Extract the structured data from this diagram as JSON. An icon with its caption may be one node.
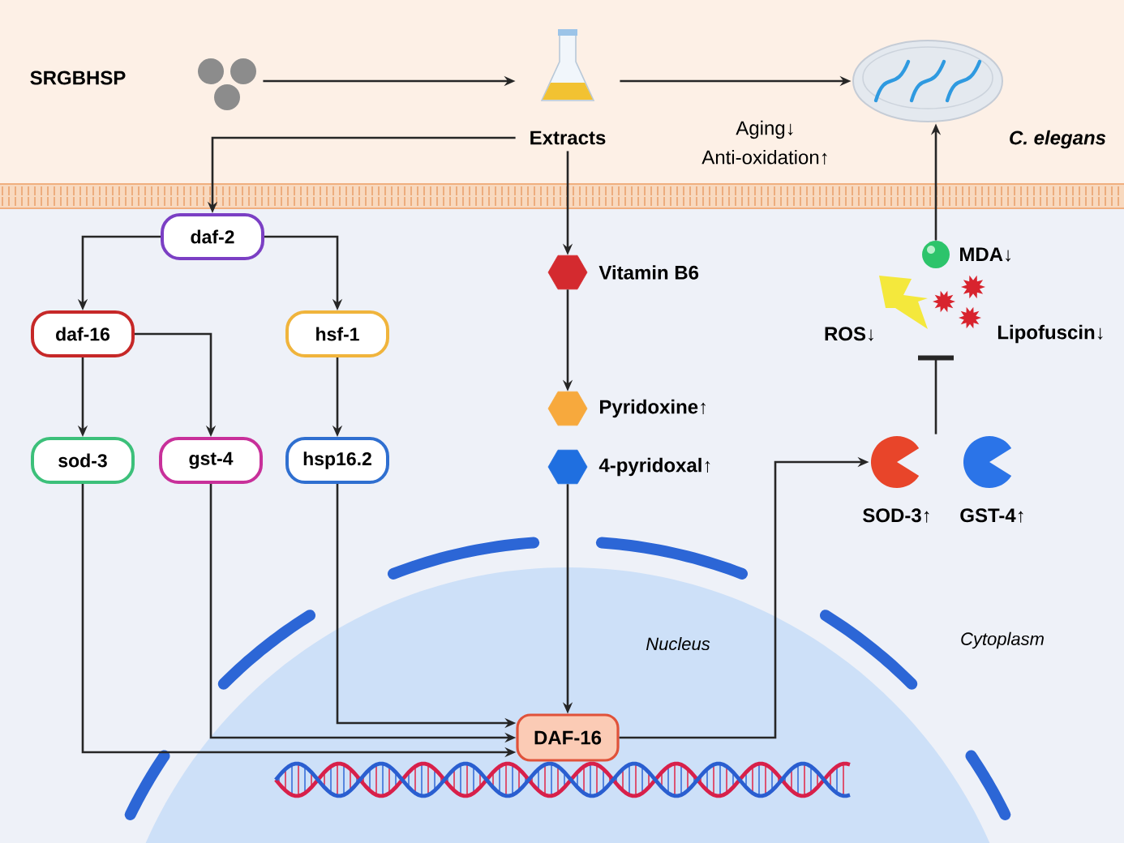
{
  "diagram": {
    "nodes": [
      {
        "text": [],
        "shape": "picture",
        "beside": [
          "SRGBHSP"
        ]
      },
      {
        "text": [],
        "shape": "picture",
        "beside": [
          "Extracts"
        ]
      },
      {
        "text": [],
        "shape": "picture",
        "beside": [
          "C. elegans"
        ]
      },
      {
        "text": [
          "daf-2"
        ]
      },
      {
        "text": [
          "daf-16"
        ]
      },
      {
        "text": [
          "hsf-1"
        ]
      },
      {
        "text": [
          "sod-3"
        ]
      },
      {
        "text": [
          "gst-4"
        ]
      },
      {
        "text": [
          "hsp16.2"
        ]
      },
      {
        "text": [],
        "shape": "hexagon",
        "beside": [
          "Vitamin B6"
        ]
      },
      {
        "text": [],
        "shape": "hexagon",
        "beside": [
          "Pyridoxine↑"
        ]
      },
      {
        "text": [],
        "shape": "hexagon",
        "beside": [
          "4-pyridoxal↑"
        ]
      },
      {
        "text": [
          "DAF-16"
        ]
      },
      {
        "text": [],
        "shape": "picture",
        "beside": [
          "SOD-3↑"
        ]
      },
      {
        "text": [],
        "shape": "picture",
        "beside": [
          "GST-4↑"
        ]
      },
      {
        "text": [],
        "shape": "circle",
        "beside": [
          "MDA↓"
        ]
      },
      {
        "text": [],
        "shape": "picture",
        "beside": [
          "ROS↓"
        ]
      },
      {
        "text": [],
        "shape": "picture",
        "beside": [
          "Lipofuscin↓"
        ]
      }
    ],
    "edges": [
      {
        "from": 0,
        "to": 1,
        "arrow": "to"
      },
      {
        "from": 1,
        "to": 2,
        "arrow": "to"
      },
      {
        "from": 1,
        "to": 3,
        "arrow": "to"
      },
      {
        "from": 1,
        "to": 9,
        "arrow": "to"
      },
      {
        "from": 3,
        "to": 4,
        "arrow": "to"
      },
      {
        "from": 3,
        "to": 5,
        "arrow": "to"
      },
      {
        "from": 4,
        "to": 6,
        "arrow": "to"
      },
      {
        "from": 4,
        "to": 7,
        "arrow": "to"
      },
      {
        "from": 5,
        "to": 8,
        "arrow": "to"
      },
      {
        "from": 9,
        "to": 10,
        "arrow": "to"
      },
      {
        "from": 11,
        "to": 12,
        "arrow": "to"
      },
      {
        "from": 6,
        "to": 12,
        "arrow": "to"
      },
      {
        "from": 7,
        "to": 12,
        "arrow": "to"
      },
      {
        "from": 8,
        "to": 12,
        "arrow": "to"
      },
      {
        "from": 12,
        "to": 13,
        "arrow": "to"
      },
      {
        "from": 13,
        "to": 16,
        "arrow": "other"
      },
      {
        "from": 15,
        "to": 2,
        "arrow": "to"
      }
    ],
    "labels": [
      "Aging↓",
      "Anti-oxidation↑",
      "Nucleus",
      "Cytoplasm"
    ]
  }
}
